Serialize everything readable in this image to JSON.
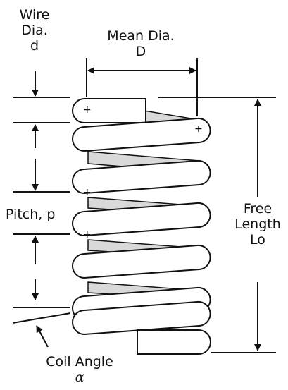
{
  "labels": {
    "wire_dia_line1": "Wire",
    "wire_dia_line2": "Dia.",
    "wire_dia_symbol": "d",
    "mean_dia_line1": "Mean Dia.",
    "mean_dia_symbol": "D",
    "pitch": "Pitch, p",
    "free_length_line1": "Free",
    "free_length_line2": "Length",
    "free_length_symbol": "Lo",
    "coil_angle_line1": "Coil Angle",
    "coil_angle_symbol": "α"
  },
  "center_marks": {
    "symbol": "+"
  },
  "colors": {
    "stroke": "#111111",
    "coil_fill": "#ffffff",
    "back_face_fill": "#d9d9d9",
    "background": "#ffffff"
  }
}
